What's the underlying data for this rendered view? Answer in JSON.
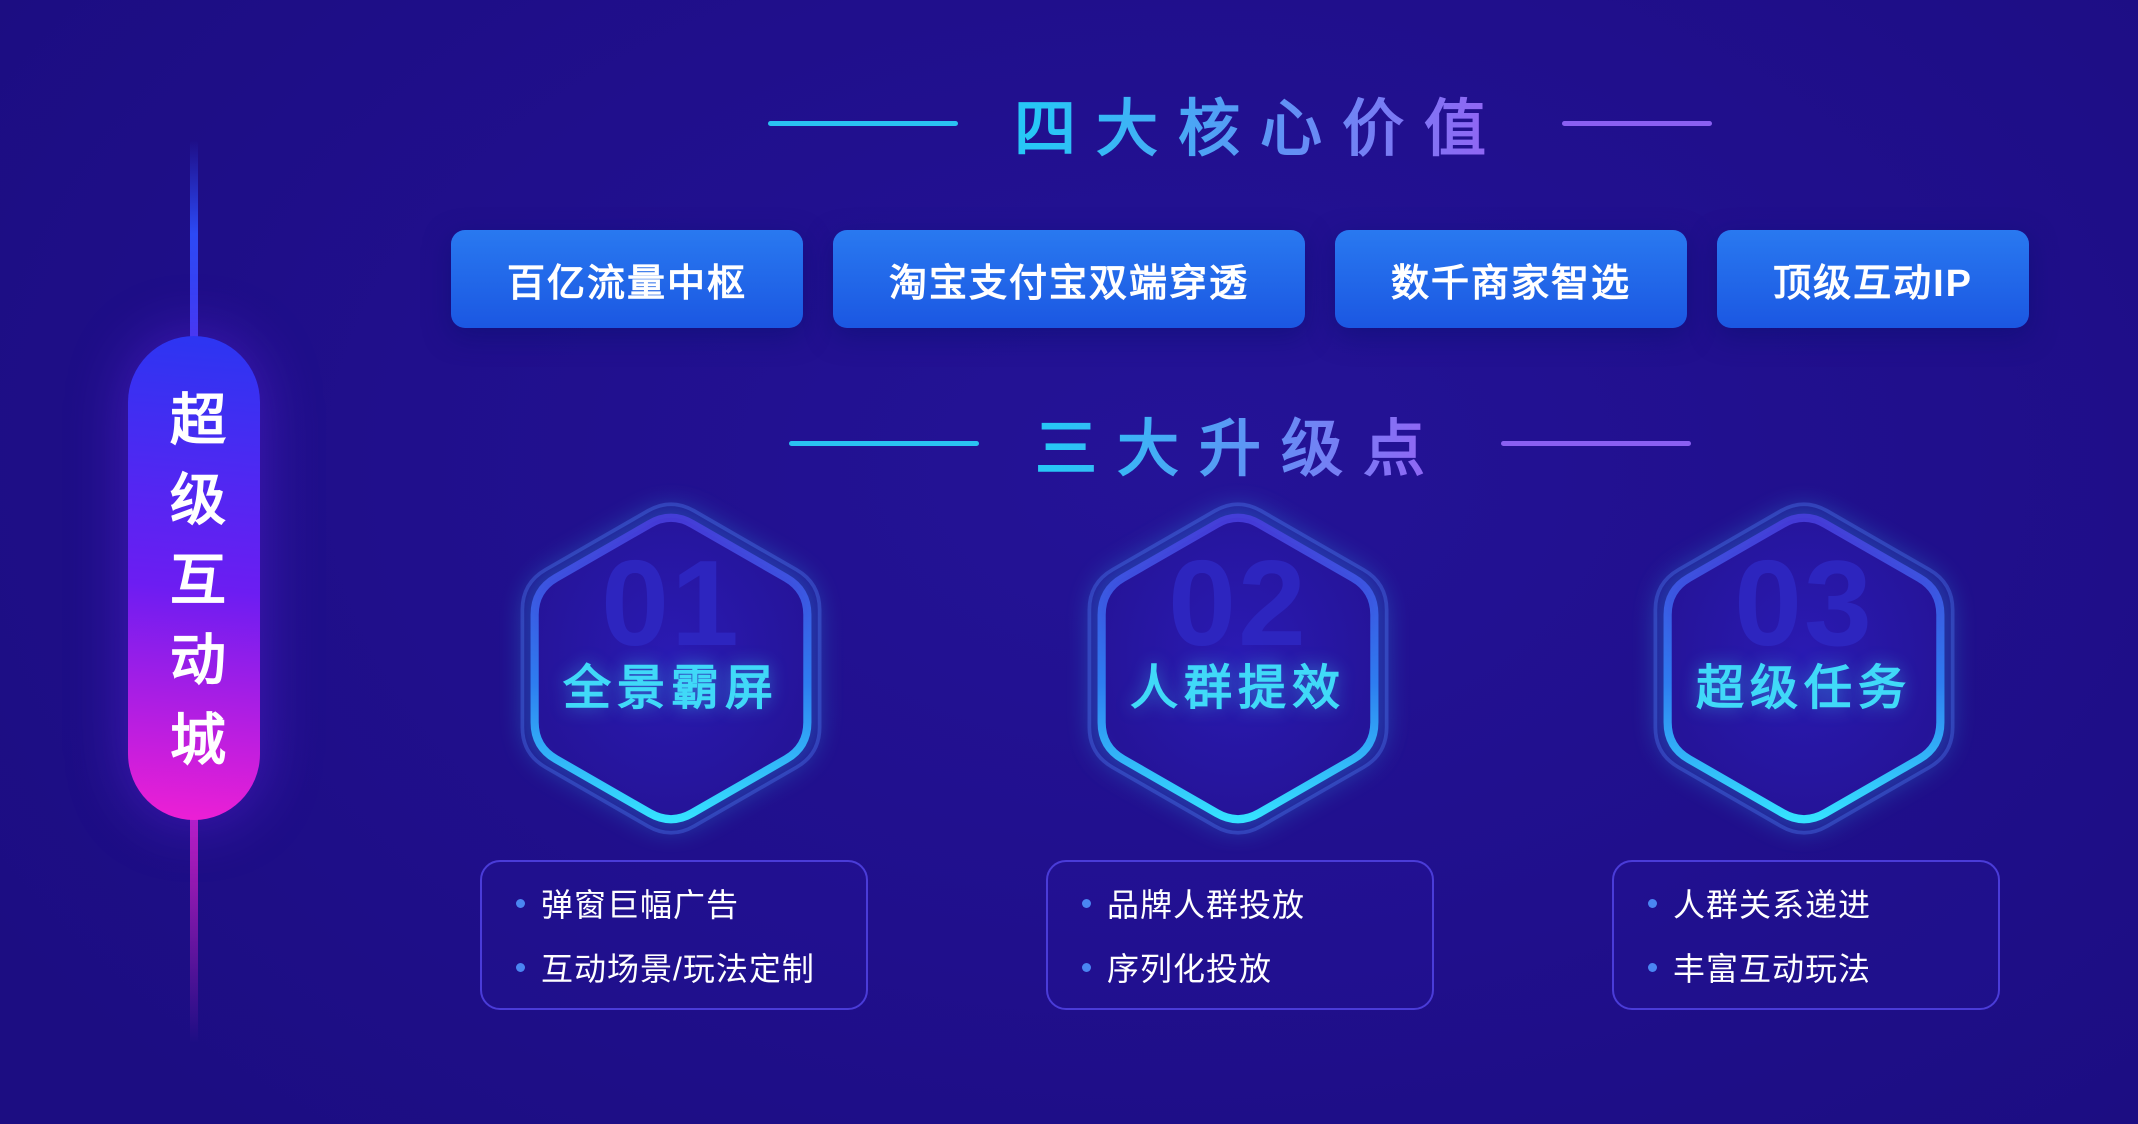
{
  "side_banner": {
    "label": "超级互动城"
  },
  "section_values": {
    "title": "四大核心价值",
    "tags": [
      "百亿流量中枢",
      "淘宝支付宝双端穿透",
      "数千商家智选",
      "顶级互动IP"
    ]
  },
  "section_upgrades": {
    "title": "三大升级点",
    "cards": [
      {
        "number": "01",
        "title": "全景霸屏",
        "points": [
          "弹窗巨幅广告",
          "互动场景/玩法定制"
        ]
      },
      {
        "number": "02",
        "title": "人群提效",
        "points": [
          "品牌人群投放",
          "序列化投放"
        ]
      },
      {
        "number": "03",
        "title": "超级任务",
        "points": [
          "人群关系递进",
          "丰富互动玩法"
        ]
      }
    ]
  },
  "colors": {
    "background": "#200F8C",
    "tag_blue": "#1F63E8",
    "title_gradient_start": "#27C7F6",
    "title_gradient_end": "#8F67F4",
    "hex_label_cyan": "#40D9F8",
    "hex_glow": "#2ED8FF",
    "side_pill_gradient": [
      "#2B36F2",
      "#6C1DF2",
      "#EF1FD4"
    ],
    "box_border": "#4A3CD8",
    "bullet_dot": "#4A86F2"
  }
}
